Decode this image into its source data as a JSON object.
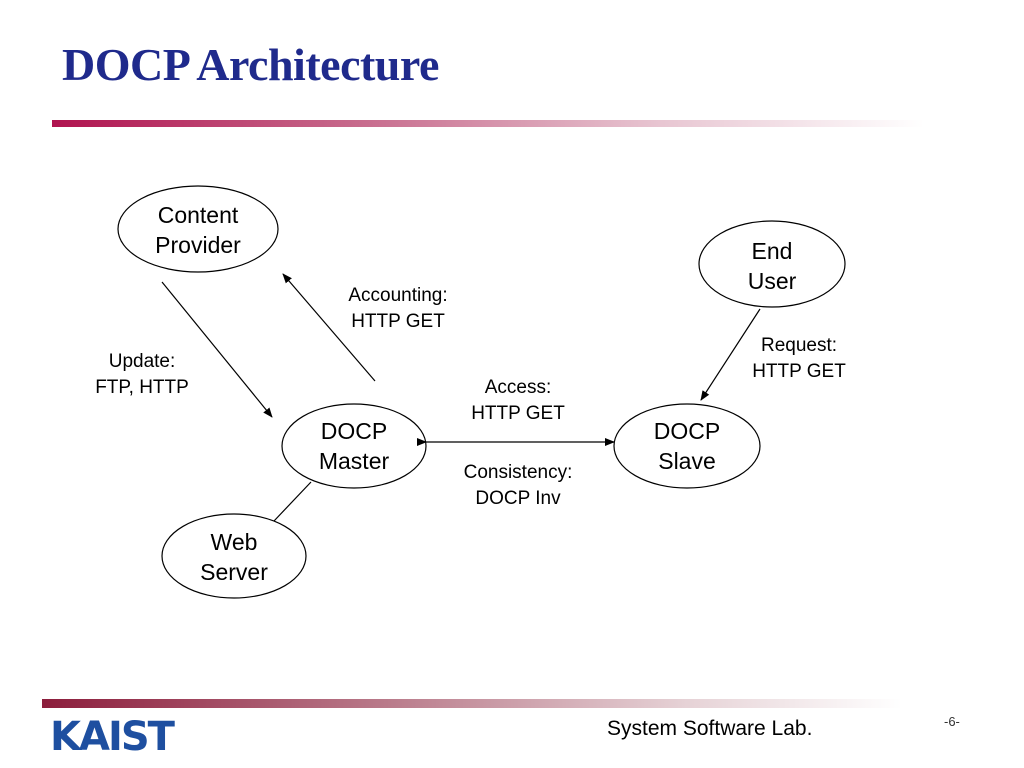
{
  "slide": {
    "title": "DOCP Architecture",
    "footer_lab": "System Software Lab.",
    "page_number": "-6-",
    "logo_text": "KAIST",
    "colors": {
      "title": "#1f2a8c",
      "accent_rule": "#b0134f",
      "logo": "#1e4fa0"
    }
  },
  "nodes": {
    "content_provider": [
      "Content",
      "Provider"
    ],
    "end_user": [
      "End",
      "User"
    ],
    "docp_master": [
      "DOCP",
      "Master"
    ],
    "docp_slave": [
      "DOCP",
      "Slave"
    ],
    "web_server": [
      "Web",
      "Server"
    ]
  },
  "edges": {
    "update": [
      "Update:",
      "FTP, HTTP"
    ],
    "accounting": [
      "Accounting:",
      "HTTP GET"
    ],
    "access": [
      "Access:",
      "HTTP GET"
    ],
    "consistency": [
      "Consistency:",
      "DOCP Inv"
    ],
    "request": [
      "Request:",
      "HTTP GET"
    ]
  }
}
